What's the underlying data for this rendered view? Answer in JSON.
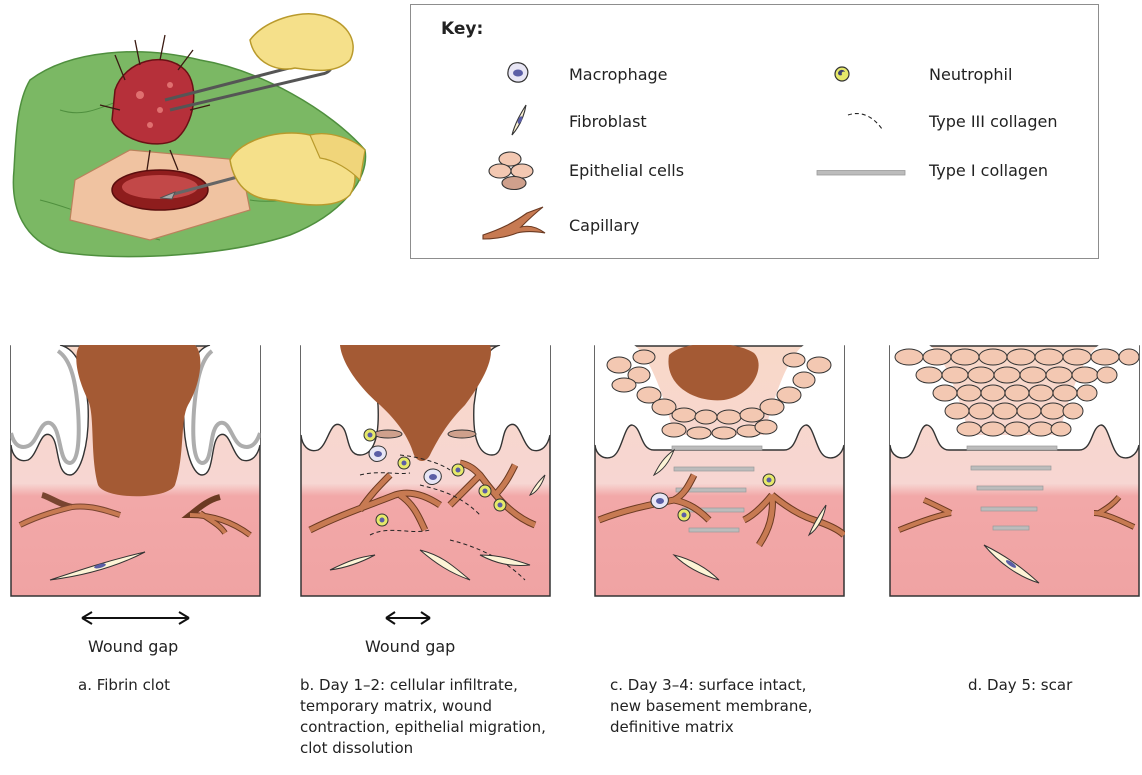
{
  "key": {
    "title": "Key:",
    "items": {
      "macrophage": "Macrophage",
      "neutrophil": "Neutrophil",
      "fibroblast": "Fibroblast",
      "type3": "Type III collagen",
      "epithelial": "Epithelial cells",
      "type1": "Type I collagen",
      "capillary": "Capillary"
    }
  },
  "gaps": {
    "a": "Wound gap",
    "b": "Wound gap"
  },
  "captions": {
    "a": "a. Fibrin clot",
    "b": "b. Day 1–2: cellular infiltrate, temporary matrix, wound contraction, epithelial migration, clot dissolution",
    "c": "c. Day 3–4: surface intact, new basement membrane, definitive matrix",
    "d": "d. Day 5: scar"
  },
  "colors": {
    "clot": "#a45a34",
    "skin_top": "#f8d8c8",
    "skin_bottom": "#f2a8a8",
    "capillary": "#c77a52",
    "collagen1": "#bcbcbc",
    "drape": "#7bb864",
    "glove": "#f5e08a"
  }
}
